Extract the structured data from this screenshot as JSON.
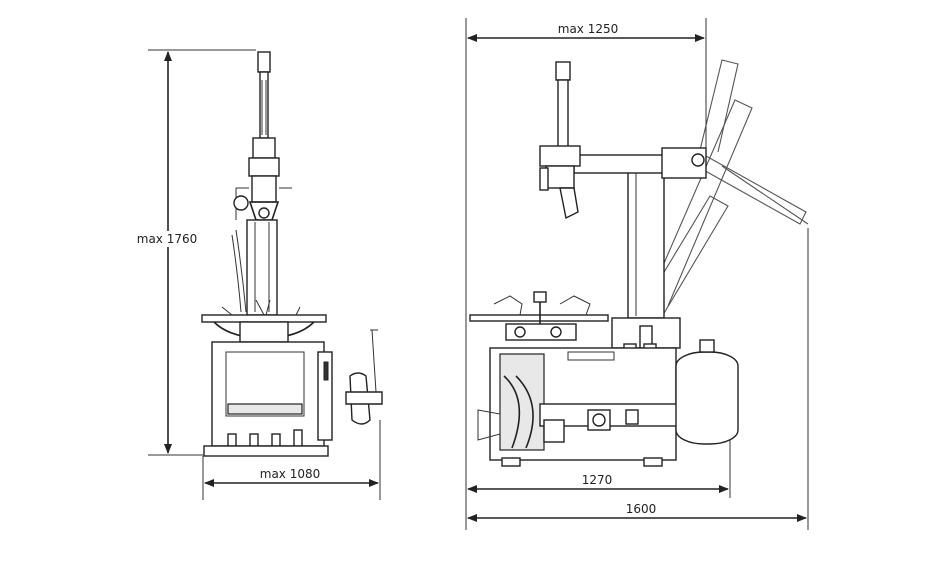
{
  "dimensions": {
    "front_height": "max 1760",
    "front_width": "max 1080",
    "side_top_width": "max 1250",
    "side_base_width": "1270",
    "side_total_width": "1600"
  }
}
